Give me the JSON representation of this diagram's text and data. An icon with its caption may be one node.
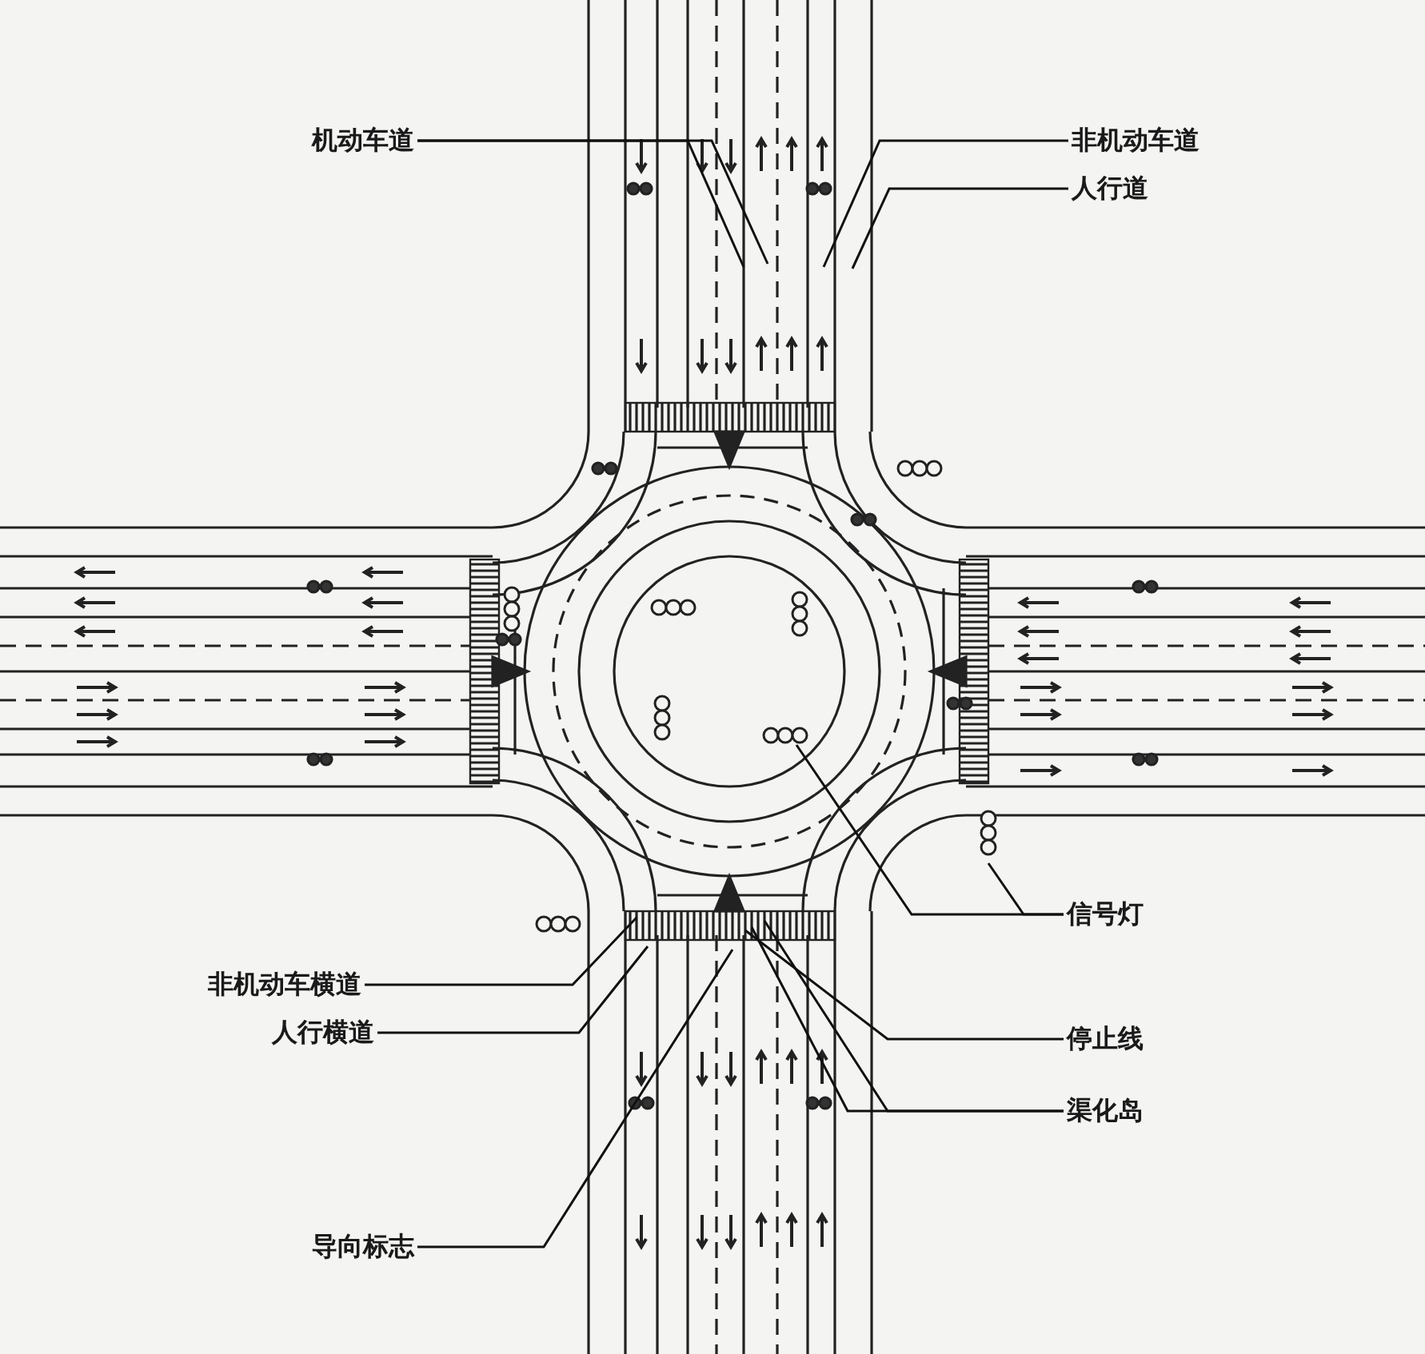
{
  "diagram": {
    "nodes": [
      {
        "text": [
          "机动车道"
        ]
      },
      {
        "text": [
          "非机动车道"
        ]
      },
      {
        "text": [
          "人行道"
        ]
      },
      {
        "text": [
          "信号灯"
        ]
      },
      {
        "text": [
          "非机动车横道"
        ]
      },
      {
        "text": [
          "人行横道"
        ]
      },
      {
        "text": [
          "停止线"
        ]
      },
      {
        "text": [
          "渠化岛"
        ]
      },
      {
        "text": [
          "导向标志"
        ]
      }
    ],
    "edges": [
      {
        "from": 0,
        "to": null,
        "arrow": "none"
      },
      {
        "from": 0,
        "to": null,
        "arrow": "none"
      },
      {
        "from": 1,
        "to": null,
        "arrow": "none"
      },
      {
        "from": 2,
        "to": null,
        "arrow": "none"
      },
      {
        "from": 3,
        "to": null,
        "arrow": "none"
      },
      {
        "from": 3,
        "to": null,
        "arrow": "none"
      },
      {
        "from": 4,
        "to": null,
        "arrow": "none"
      },
      {
        "from": 5,
        "to": null,
        "arrow": "none"
      },
      {
        "from": 6,
        "to": null,
        "arrow": "none"
      },
      {
        "from": 7,
        "to": null,
        "arrow": "none"
      },
      {
        "from": 7,
        "to": null,
        "arrow": "none"
      },
      {
        "from": 8,
        "to": null,
        "arrow": "none"
      }
    ]
  }
}
